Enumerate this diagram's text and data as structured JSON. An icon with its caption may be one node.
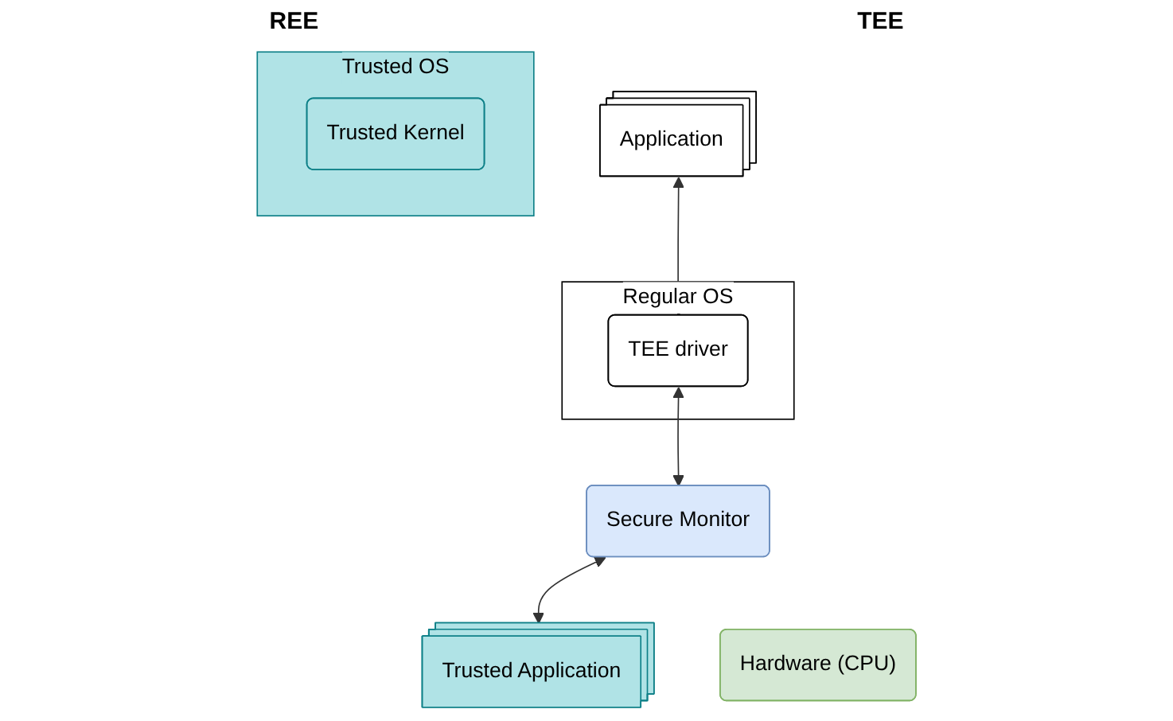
{
  "diagram": {
    "nodes": [
      {
        "text": [
          "Application"
        ]
      },
      {
        "text": [
          "Regular OS"
        ]
      },
      {
        "text": [
          "TEE driver"
        ],
        "in": 1
      },
      {
        "text": [
          "Trusted Application"
        ]
      },
      {
        "text": [
          "Trusted OS"
        ]
      },
      {
        "text": [
          "Trusted Kernel"
        ],
        "in": 4
      },
      {
        "text": [
          "Secure Monitor"
        ]
      },
      {
        "text": [
          "Hardware (CPU)"
        ]
      }
    ],
    "edges": [
      {
        "from": 0,
        "to": 2,
        "arrow": "both"
      },
      {
        "from": 2,
        "to": 6,
        "arrow": "both"
      },
      {
        "from": 6,
        "to": 3,
        "arrow": "both"
      }
    ],
    "labels": [
      "REE",
      "TEE"
    ]
  }
}
